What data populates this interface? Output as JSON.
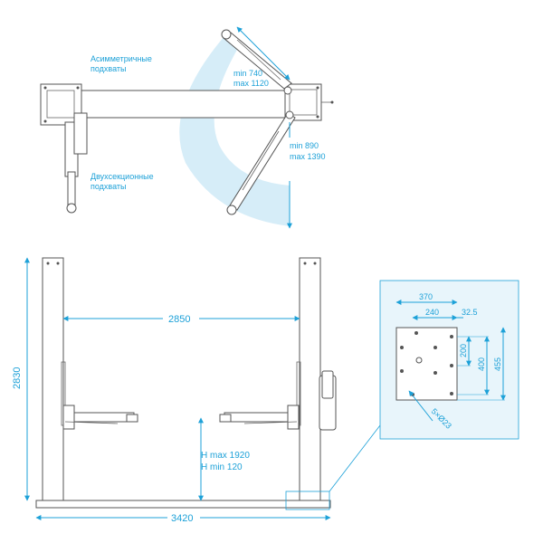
{
  "colors": {
    "accent": "#1da1d8",
    "ink": "#555555",
    "panel_bg": "#e8f5fb"
  },
  "top_view": {
    "label_asym_1": "Асимметричные",
    "label_asym_2": "подхваты",
    "label_two_1": "Двухсекционные",
    "label_two_2": "подхваты",
    "arm_short_min": "min 740",
    "arm_short_max": "max 1120",
    "arm_long_min": "min 890",
    "arm_long_max": "max 1390"
  },
  "front_view": {
    "height": "2830",
    "inner_width": "2850",
    "outer_width": "3420",
    "lift_max": "H max 1920",
    "lift_min": "H min 120"
  },
  "base_plate": {
    "w370": "370",
    "w240": "240",
    "w32": "32.5",
    "h200": "200",
    "h400": "400",
    "h455": "455",
    "holes": "5×Ø23"
  }
}
